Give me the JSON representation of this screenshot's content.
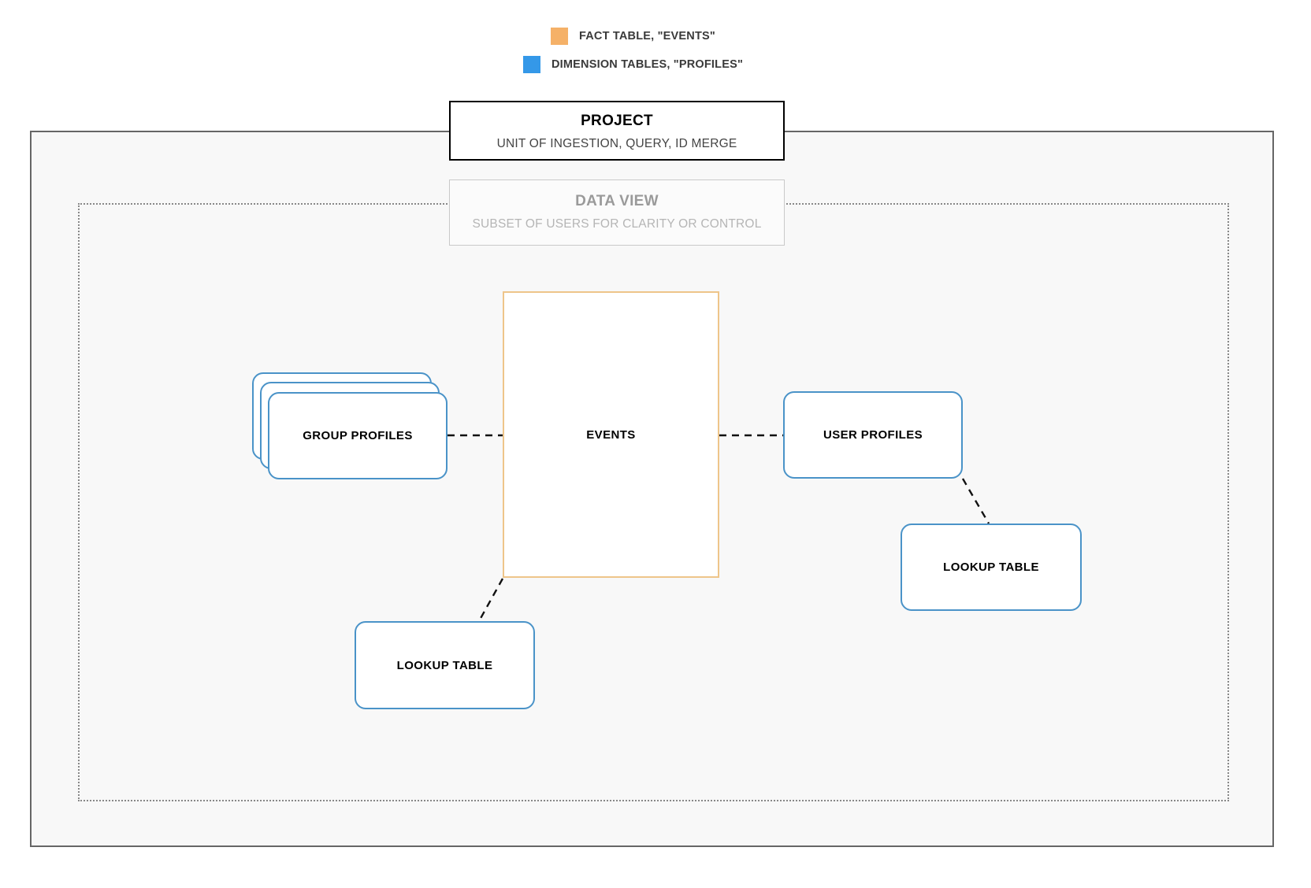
{
  "legend": {
    "items": [
      {
        "label": "FACT TABLE, \"EVENTS\"",
        "color": "#f5b168",
        "icon": "square-swatch-icon"
      },
      {
        "label": "DIMENSION TABLES, \"PROFILES\"",
        "color": "#3498e8",
        "icon": "square-swatch-icon"
      }
    ]
  },
  "project": {
    "title": "PROJECT",
    "subtitle": "UNIT OF INGESTION, QUERY, ID MERGE",
    "border_color": "#000000"
  },
  "data_view": {
    "title": "DATA VIEW",
    "subtitle": "SUBSET OF USERS FOR CLARITY OR CONTROL",
    "border_color": "#c9c9c9",
    "text_color": "#9a9a9a"
  },
  "nodes": {
    "events": {
      "label": "EVENTS",
      "type": "fact-table",
      "border_color": "#eec58a"
    },
    "group_profiles": {
      "label": "GROUP PROFILES",
      "type": "dimension-table-stack",
      "border_color": "#4a93c8",
      "stack_count": 3
    },
    "user_profiles": {
      "label": "USER PROFILES",
      "type": "dimension-table",
      "border_color": "#4a93c8"
    },
    "lookup_table_right": {
      "label": "LOOKUP TABLE",
      "type": "dimension-table",
      "border_color": "#4a93c8"
    },
    "lookup_table_bottom": {
      "label": "LOOKUP TABLE",
      "type": "dimension-table",
      "border_color": "#4a93c8"
    }
  },
  "connectors": [
    {
      "name": "group-profiles-to-events",
      "from": "group_profiles",
      "to": "events",
      "style": "dashed",
      "color": "#111111"
    },
    {
      "name": "events-to-user-profiles",
      "from": "events",
      "to": "user_profiles",
      "style": "dashed",
      "color": "#111111"
    },
    {
      "name": "user-profiles-to-lookup-right",
      "from": "user_profiles",
      "to": "lookup_table_right",
      "style": "dashed",
      "color": "#111111"
    },
    {
      "name": "events-to-lookup-bottom",
      "from": "events",
      "to": "lookup_table_bottom",
      "style": "dashed",
      "color": "#111111"
    }
  ],
  "canvas": {
    "background": "#ffffff",
    "project_fill": "#f8f8f8",
    "project_border": "#666666",
    "data_view_border": "#888888"
  }
}
